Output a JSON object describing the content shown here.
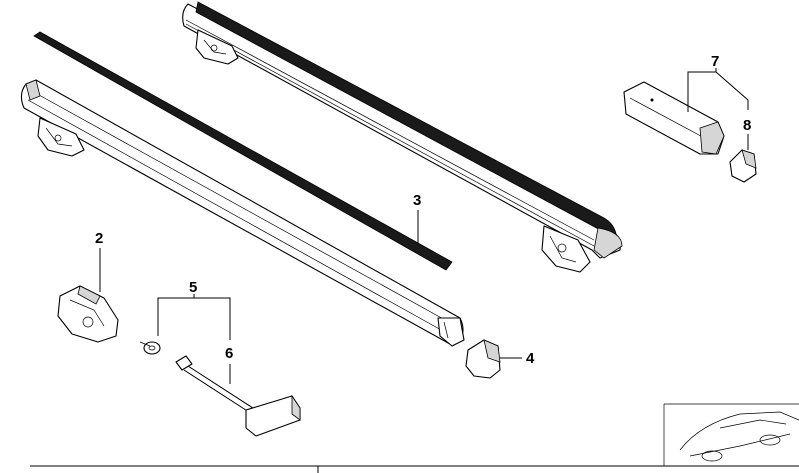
{
  "diagram": {
    "callouts": [
      {
        "id": "c2",
        "label": "2"
      },
      {
        "id": "c3",
        "label": "3"
      },
      {
        "id": "c4",
        "label": "4"
      },
      {
        "id": "c5",
        "label": "5"
      },
      {
        "id": "c6",
        "label": "6"
      },
      {
        "id": "c7",
        "label": "7"
      },
      {
        "id": "c8",
        "label": "8"
      }
    ]
  }
}
